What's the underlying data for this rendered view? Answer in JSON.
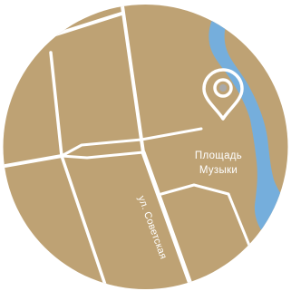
{
  "map": {
    "colors": {
      "land": "#bea274",
      "water": "#75aedc",
      "road": "#ffffff",
      "marker": "#ffffff",
      "background": "#ffffff"
    },
    "street": {
      "label": "ул. Советская"
    },
    "place": {
      "label_line1": "Площадь",
      "label_line2": "Музыки",
      "icon": "map-pin-icon"
    }
  }
}
